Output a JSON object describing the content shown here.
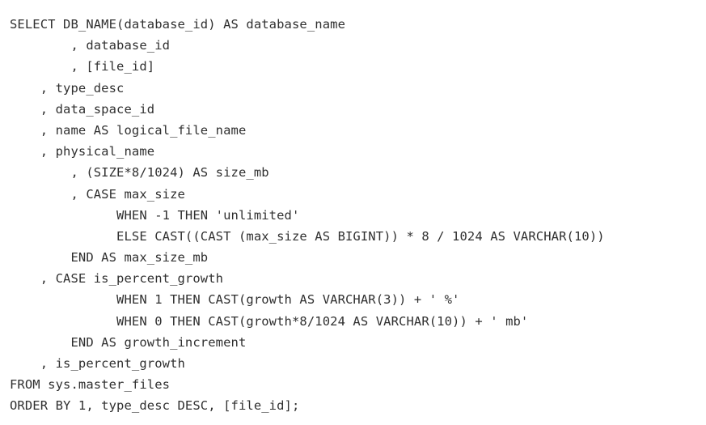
{
  "code": {
    "lines": [
      "SELECT DB_NAME(database_id) AS database_name",
      "        , database_id",
      "        , [file_id]",
      "    , type_desc",
      "    , data_space_id",
      "    , name AS logical_file_name",
      "    , physical_name",
      "        , (SIZE*8/1024) AS size_mb",
      "        , CASE max_size",
      "              WHEN -1 THEN 'unlimited'",
      "              ELSE CAST((CAST (max_size AS BIGINT)) * 8 / 1024 AS VARCHAR(10))",
      "        END AS max_size_mb",
      "    , CASE is_percent_growth",
      "              WHEN 1 THEN CAST(growth AS VARCHAR(3)) + ' %'",
      "              WHEN 0 THEN CAST(growth*8/1024 AS VARCHAR(10)) + ' mb'",
      "        END AS growth_increment",
      "    , is_percent_growth",
      "FROM sys.master_files",
      "ORDER BY 1, type_desc DESC, [file_id];"
    ]
  }
}
